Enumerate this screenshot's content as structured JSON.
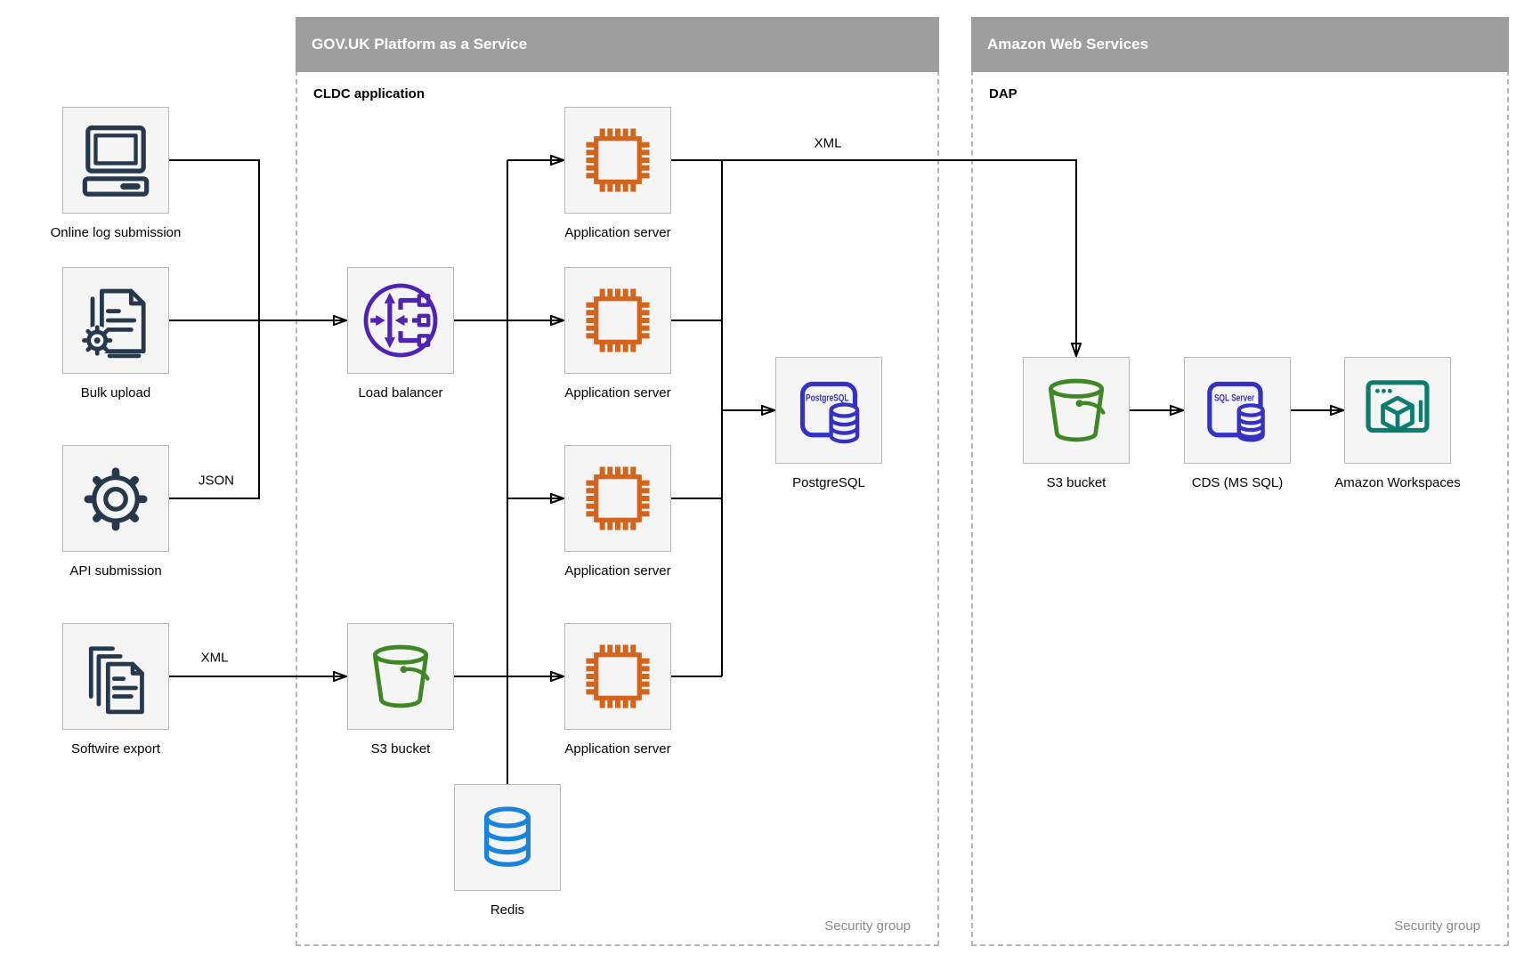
{
  "colors": {
    "container_header_bg": "#9e9e9e",
    "container_header_text": "#ffffff",
    "container_dashed_border": "#b5b5b5",
    "node_bg": "#f5f5f5",
    "node_border": "#b7b7b7",
    "wire": "#000000",
    "icon_navy": "#26384c",
    "icon_purple": "#4f23b5",
    "icon_orange": "#d2641c",
    "icon_db_blue": "#3531c4",
    "icon_green": "#3f8624",
    "icon_teal": "#0b7d6e",
    "icon_redis_blue": "#1884e0",
    "footer_text": "#8a8a8a"
  },
  "sources": {
    "online_log": {
      "label": "Online log submission"
    },
    "bulk_upload": {
      "label": "Bulk upload"
    },
    "api_submission": {
      "label": "API submission"
    },
    "softwire_export": {
      "label": "Softwire export"
    }
  },
  "paas": {
    "header": "GOV.UK Platform as a Service",
    "sublabel": "CLDC application",
    "footer": "Security group",
    "nodes": {
      "load_balancer": {
        "label": "Load balancer"
      },
      "app_server_1": {
        "label": "Application server"
      },
      "app_server_2": {
        "label": "Application server"
      },
      "app_server_3": {
        "label": "Application server"
      },
      "app_server_4": {
        "label": "Application server"
      },
      "postgresql": {
        "label": "PostgreSQL",
        "icon_text": "PostgreSQL"
      },
      "s3_bucket": {
        "label": "S3 bucket"
      },
      "redis": {
        "label": "Redis"
      }
    }
  },
  "aws": {
    "header": "Amazon Web Services",
    "sublabel": "DAP",
    "footer": "Security group",
    "nodes": {
      "s3_bucket": {
        "label": "S3 bucket"
      },
      "cds": {
        "label": "CDS (MS SQL)",
        "icon_text": "SQL Server"
      },
      "workspaces": {
        "label": "Amazon Workspaces"
      }
    }
  },
  "edge_labels": {
    "json": "JSON",
    "xml_softwire": "XML",
    "xml_to_aws": "XML"
  }
}
